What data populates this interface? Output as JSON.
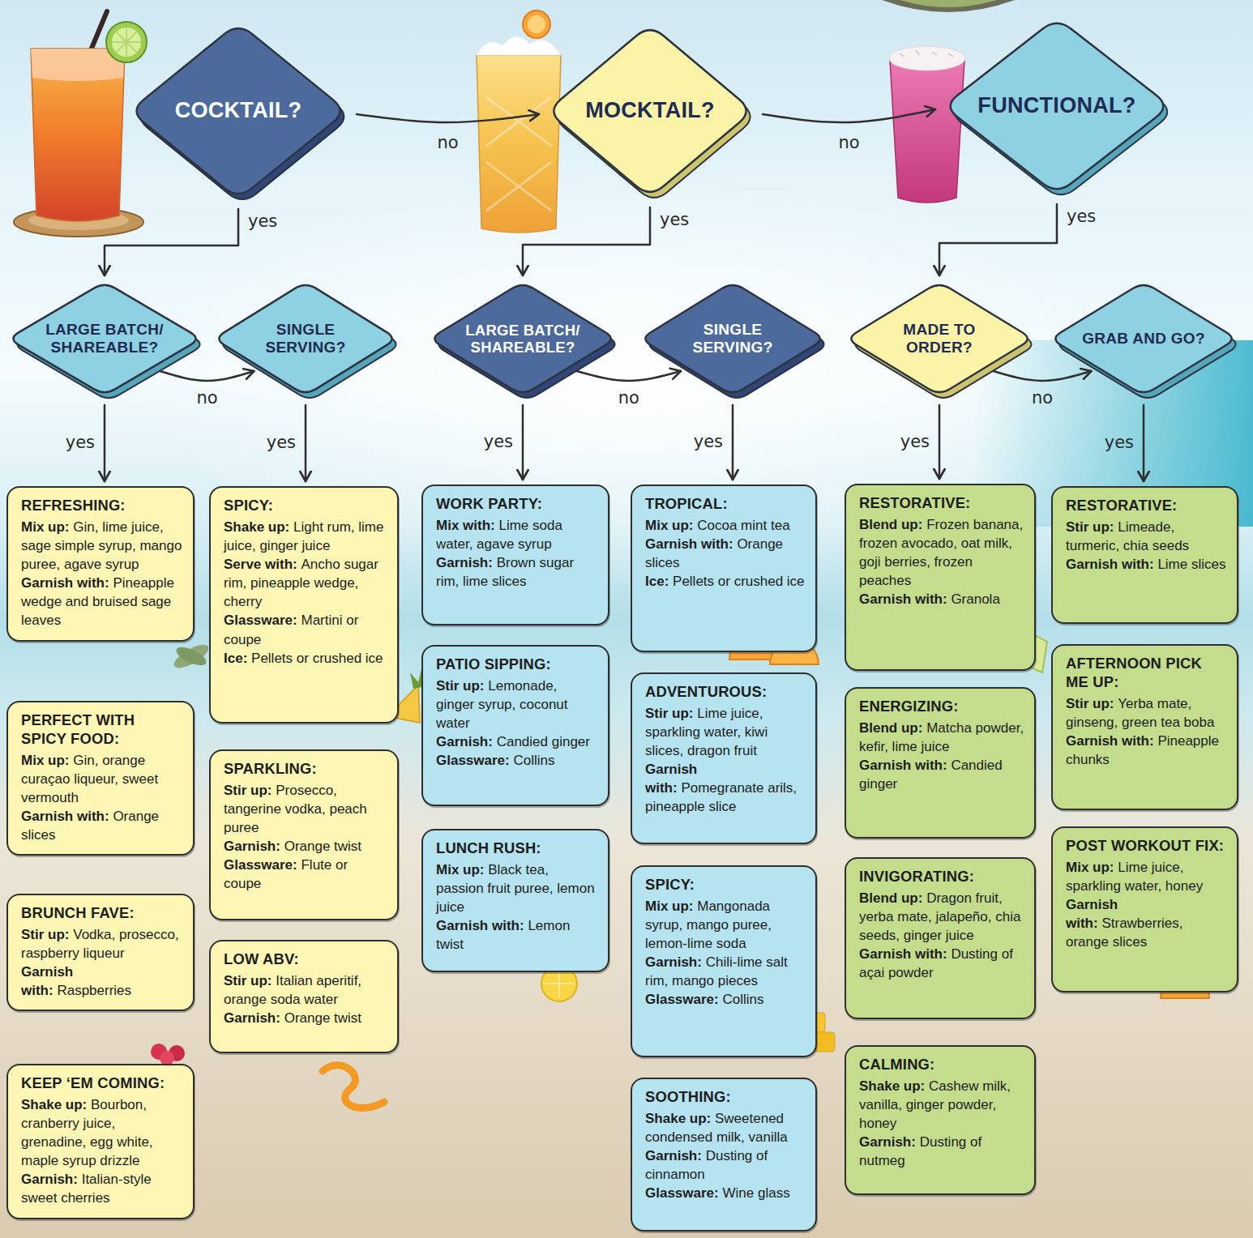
{
  "diagram": {
    "nodes": [
      {
        "text": [
          "COCKTAIL?"
        ]
      },
      {
        "text": [
          "MOCKTAIL?"
        ]
      },
      {
        "text": [
          "FUNCTIONAL?"
        ]
      },
      {
        "text": [
          "LARGE BATCH/ SHAREABLE?"
        ]
      },
      {
        "text": [
          "SINGLE SERVING?"
        ]
      },
      {
        "text": [
          "LARGE BATCH/ SHAREABLE?"
        ]
      },
      {
        "text": [
          "SINGLE SERVING?"
        ]
      },
      {
        "text": [
          "MADE TO ORDER?"
        ]
      },
      {
        "text": [
          "GRAB AND GO?"
        ]
      },
      {
        "text": [
          "REFRESHING:",
          "Mix up:",
          "Gin, lime juice, sage simple syrup, mango puree, agave syrup",
          "Garnish with:",
          "Pineapple wedge and bruised sage leaves"
        ]
      },
      {
        "text": [
          "PERFECT WITH SPICY FOOD:",
          "Mix up:",
          "Gin, orange curaçao liqueur, sweet vermouth",
          "Garnish with:",
          "Orange slices"
        ]
      },
      {
        "text": [
          "BRUNCH FAVE:",
          "Stir up:",
          "Vodka, prosecco, raspberry liqueur",
          "Garnish with:",
          "Raspberries"
        ]
      },
      {
        "text": [
          "KEEP ‘EM COMING:",
          "Shake up:",
          "Bourbon, cranberry juice, grenadine, egg white, maple syrup drizzle",
          "Garnish:",
          "Italian-style sweet cherries"
        ]
      },
      {
        "text": [
          "SPICY:",
          "Shake up:",
          "Light rum, lime juice, ginger juice",
          "Serve with:",
          "Ancho sugar rim, pineapple wedge, cherry",
          "Glassware:",
          "Martini or coupe",
          "Ice:",
          "Pellets or crushed ice"
        ]
      },
      {
        "text": [
          "SPARKLING:",
          "Stir up:",
          "Prosecco, tangerine vodka, peach puree",
          "Garnish:",
          "Orange twist",
          "Glassware:",
          "Flute or coupe"
        ]
      },
      {
        "text": [
          "LOW ABV:",
          "Stir up:",
          "Italian aperitif, orange soda water",
          "Garnish:",
          "Orange twist"
        ]
      },
      {
        "text": [
          "WORK PARTY:",
          "Mix with:",
          "Lime soda water, agave syrup",
          "Garnish:",
          "Brown sugar rim, lime slices"
        ]
      },
      {
        "text": [
          "PATIO SIPPING:",
          "Stir up:",
          "Lemonade, ginger syrup, coconut water",
          "Garnish:",
          "Candied ginger",
          "Glassware:",
          "Collins"
        ]
      },
      {
        "text": [
          "LUNCH RUSH:",
          "Mix up:",
          "Black tea, passion fruit puree, lemon juice",
          "Garnish with:",
          "Lemon twist"
        ]
      },
      {
        "text": [
          "TROPICAL:",
          "Mix up:",
          "Cocoa mint tea",
          "Garnish with:",
          "Orange slices",
          "Ice:",
          "Pellets or crushed ice"
        ]
      },
      {
        "text": [
          "ADVENTUROUS:",
          "Stir up:",
          "Lime juice, sparkling water, kiwi slices, dragon fruit",
          "Garnish with:",
          "Pomegranate arils, pineapple slice"
        ]
      },
      {
        "text": [
          "SPICY:",
          "Mix up:",
          "Mangonada syrup, mango puree, lemon-lime soda",
          "Garnish:",
          "Chili-lime salt rim, mango pieces",
          "Glassware:",
          "Collins"
        ]
      },
      {
        "text": [
          "SOOTHING:",
          "Shake up:",
          "Sweetened condensed milk, vanilla",
          "Garnish:",
          "Dusting of cinnamon",
          "Glassware:",
          "Wine glass"
        ]
      },
      {
        "text": [
          "RESTORATIVE:",
          "Blend up:",
          "Frozen banana, frozen avocado, oat milk, goji berries, frozen peaches",
          "Garnish with:",
          "Granola"
        ]
      },
      {
        "text": [
          "ENERGIZING:",
          "Blend up:",
          "Matcha powder, kefir, lime juice",
          "Garnish with:",
          "Candied ginger"
        ]
      },
      {
        "text": [
          "INVIGORATING:",
          "Blend up:",
          "Dragon fruit, yerba mate, jalapeño, chia seeds, ginger juice",
          "Garnish with:",
          "Dusting of açai powder"
        ]
      },
      {
        "text": [
          "CALMING:",
          "Shake up:",
          "Cashew milk, vanilla, ginger powder, honey",
          "Garnish:",
          "Dusting of nutmeg"
        ]
      },
      {
        "text": [
          "RESTORATIVE:",
          "Stir up:",
          "Limeade, turmeric, chia seeds",
          "Garnish with:",
          "Lime slices"
        ]
      },
      {
        "text": [
          "AFTERNOON PICK ME UP:",
          "Stir up:",
          "Yerba mate, ginseng, green tea boba",
          "Garnish with:",
          "Pineapple chunks"
        ]
      },
      {
        "text": [
          "POST WORKOUT FIX:",
          "Mix up:",
          "Lime juice, sparkling water, honey",
          "Garnish with:",
          "Strawberries, orange slices"
        ]
      }
    ],
    "edges": [
      {
        "from": 0,
        "to": 1,
        "label": "no",
        "arrow": "to"
      },
      {
        "from": 1,
        "to": 2,
        "label": "no",
        "arrow": "to"
      },
      {
        "from": 0,
        "to": 3,
        "label": "yes",
        "arrow": "to"
      },
      {
        "from": 1,
        "to": 5,
        "label": "yes",
        "arrow": "to"
      },
      {
        "from": 2,
        "to": 7,
        "label": "yes",
        "arrow": "to"
      },
      {
        "from": 3,
        "to": 4,
        "label": "no",
        "arrow": "to"
      },
      {
        "from": 5,
        "to": 6,
        "label": "no",
        "arrow": "to"
      },
      {
        "from": 7,
        "to": 8,
        "label": "no",
        "arrow": "to"
      },
      {
        "from": 3,
        "to": 9,
        "label": "yes",
        "arrow": "to"
      },
      {
        "from": 4,
        "to": 13,
        "label": "yes",
        "arrow": "to"
      },
      {
        "from": 5,
        "to": 16,
        "label": "yes",
        "arrow": "to"
      },
      {
        "from": 6,
        "to": 19,
        "label": "yes",
        "arrow": "to"
      },
      {
        "from": 7,
        "to": 23,
        "label": "yes",
        "arrow": "to"
      },
      {
        "from": 8,
        "to": 27,
        "label": "yes",
        "arrow": "to"
      }
    ]
  }
}
